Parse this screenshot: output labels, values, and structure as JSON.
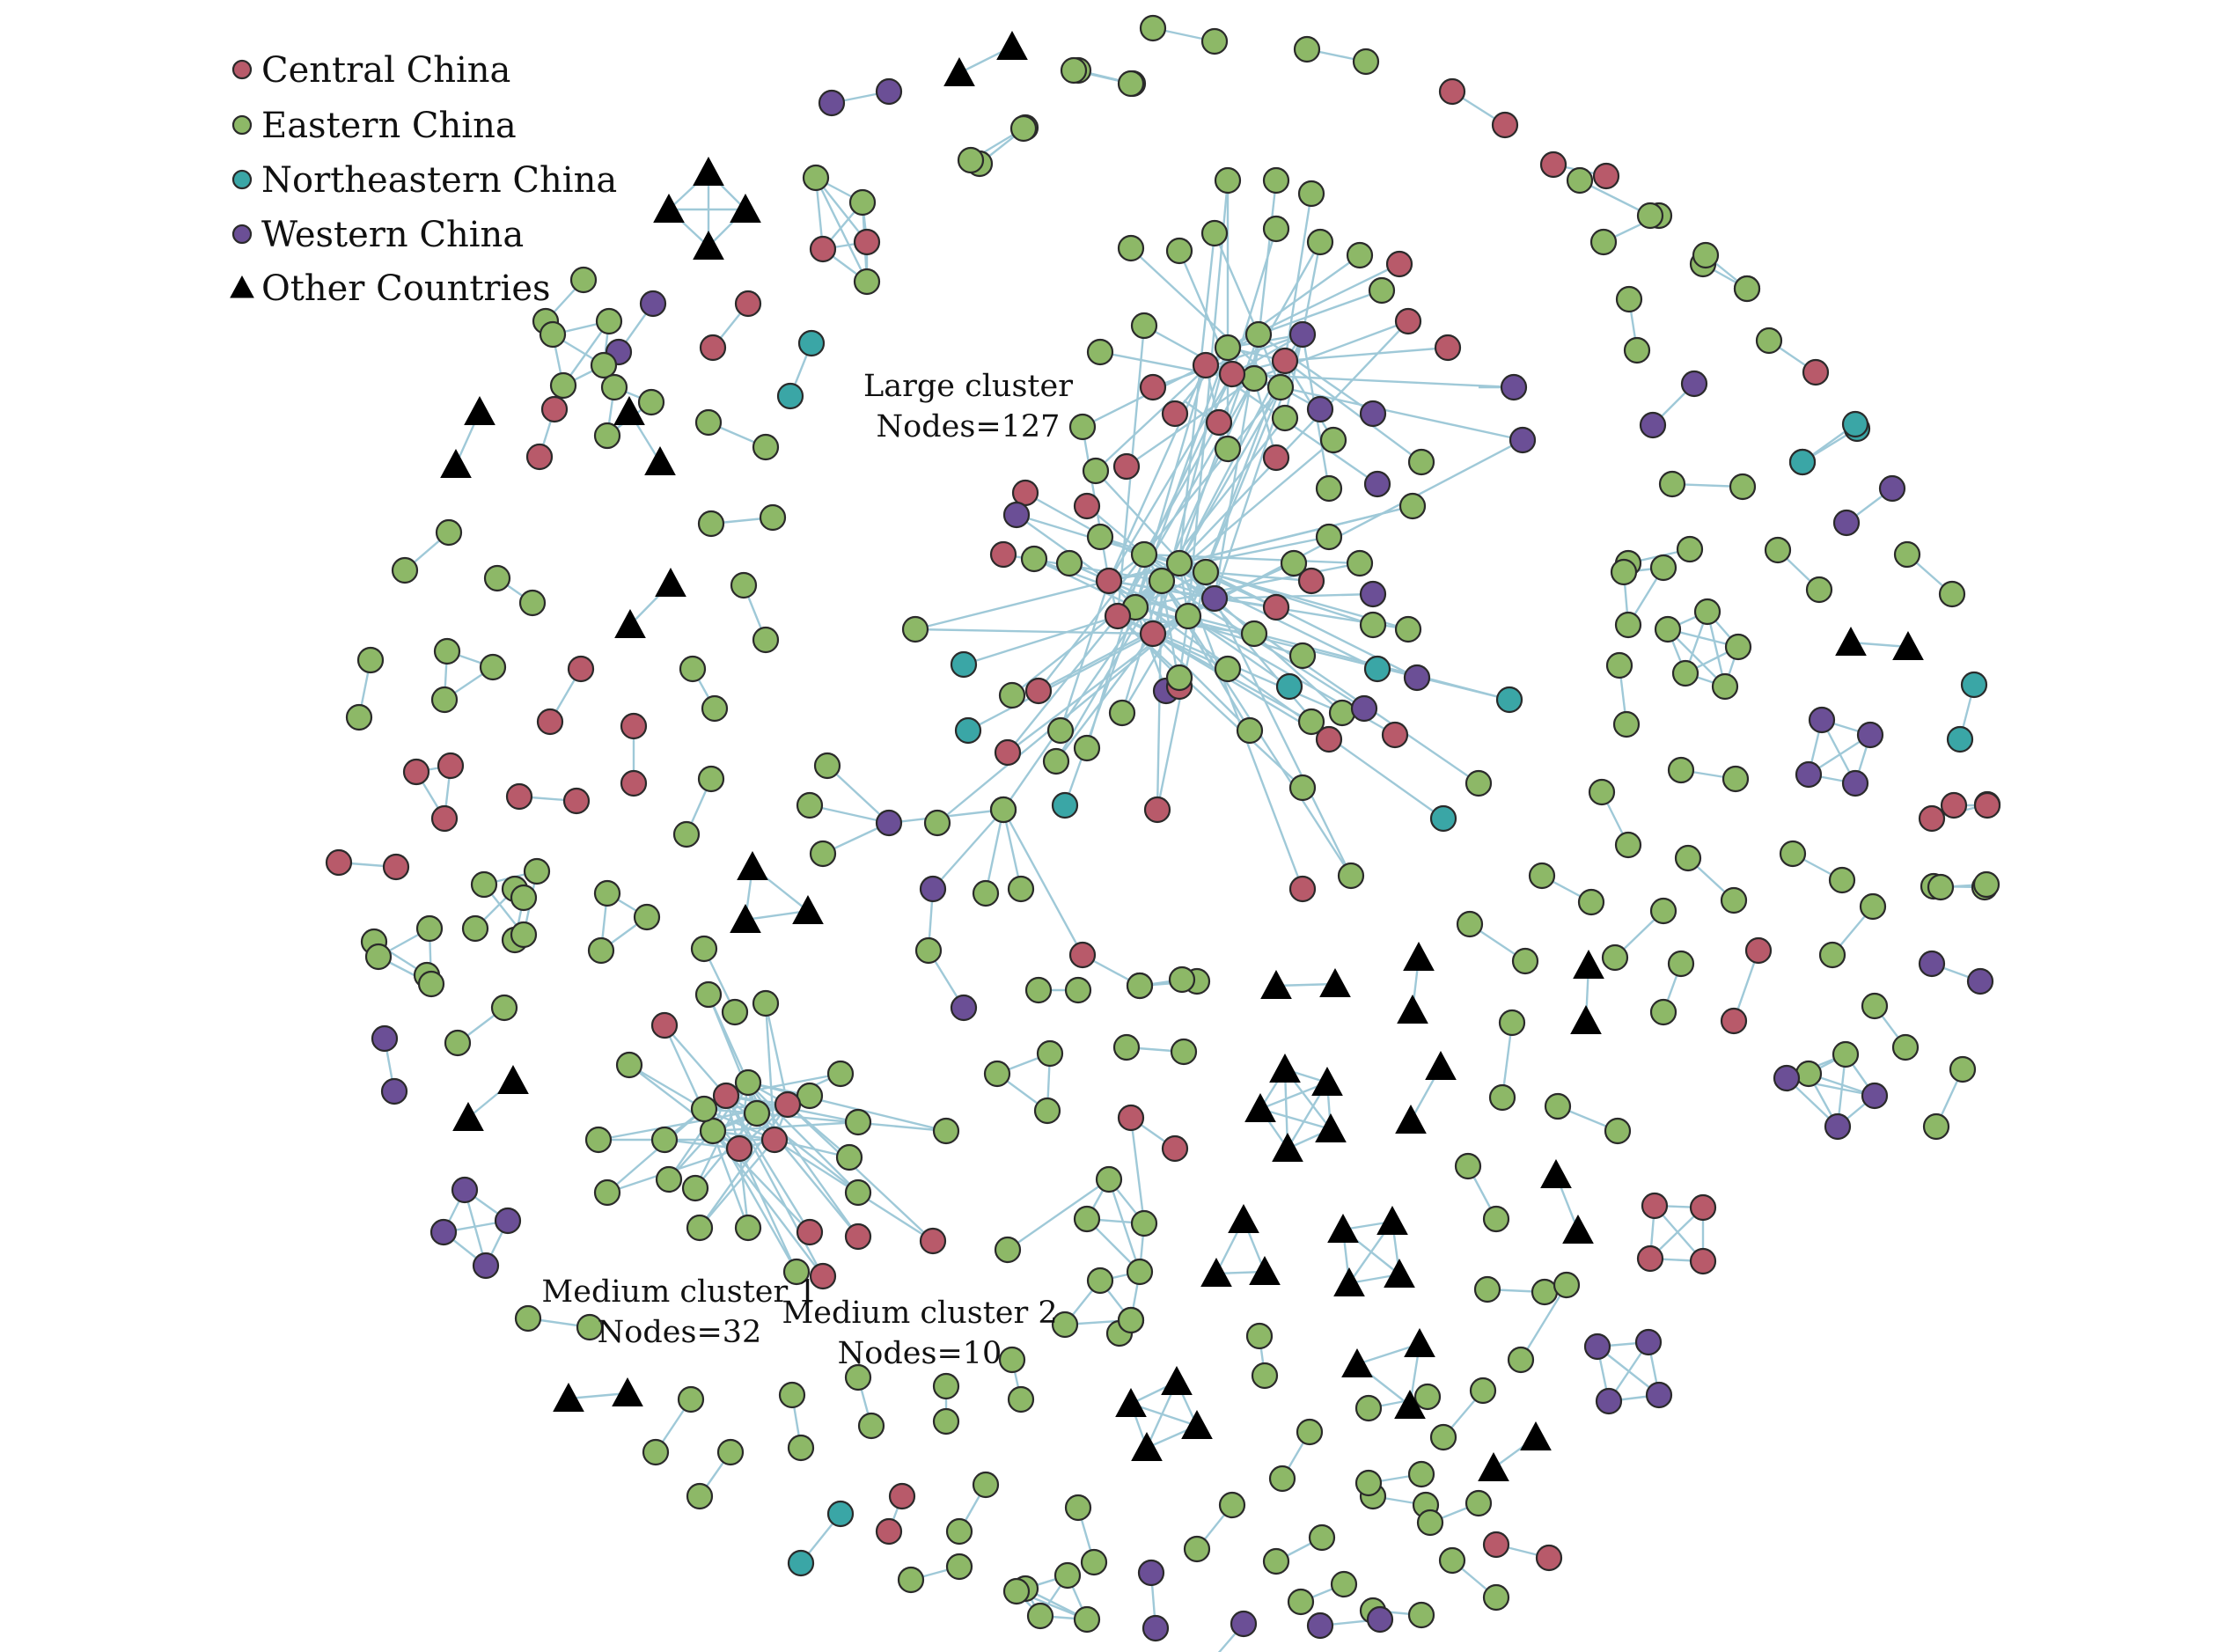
{
  "legend": {
    "items": [
      {
        "label": "Central China",
        "color": "#b85a6a",
        "shape": "circle"
      },
      {
        "label": "Eastern China",
        "color": "#8db867",
        "shape": "circle"
      },
      {
        "label": "Northeastern China",
        "color": "#3aa6a6",
        "shape": "circle"
      },
      {
        "label": "Western China",
        "color": "#6b4f96",
        "shape": "circle"
      },
      {
        "label": "Other Countries",
        "color": "#000000",
        "shape": "triangle"
      }
    ]
  },
  "annotations": {
    "large_cluster": {
      "line1": "Large cluster",
      "line2": "Nodes=127"
    },
    "medium_cluster_1": {
      "line1": "Medium cluster 1",
      "line2": "Nodes=32"
    },
    "medium_cluster_2": {
      "line1": "Medium cluster 2",
      "line2": "Nodes=10"
    }
  },
  "colors": {
    "edge": "#9fc9d8",
    "central": "#b85a6a",
    "eastern": "#8db867",
    "northeastern": "#3aa6a6",
    "western": "#6b4f96",
    "other": "#000000"
  }
}
